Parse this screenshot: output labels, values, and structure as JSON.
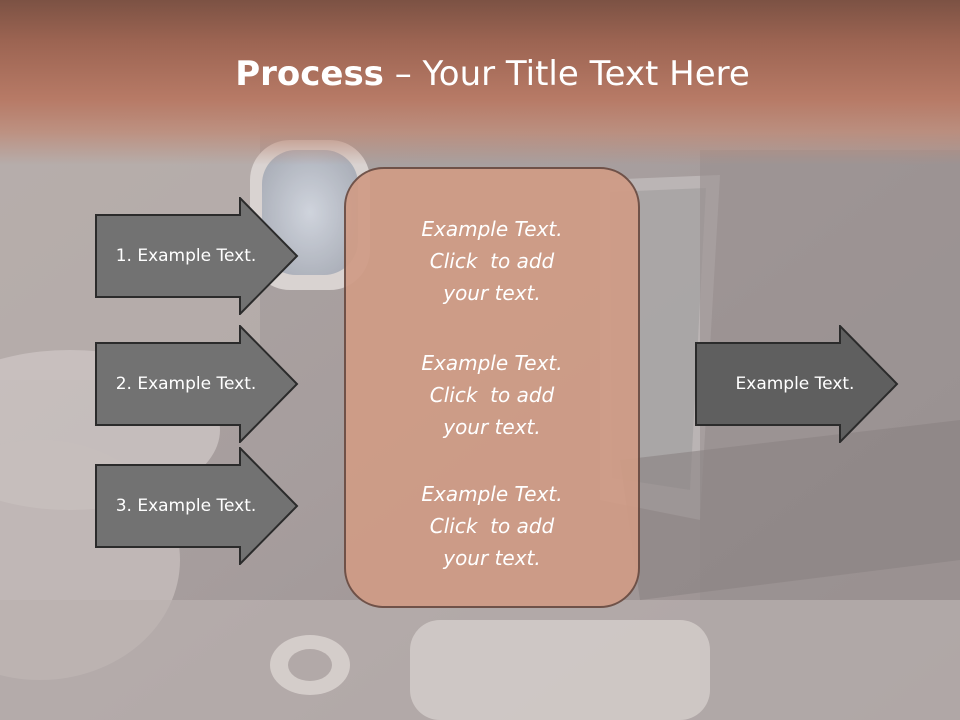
{
  "title": {
    "bold": "Process",
    "rest": " – Your Title Text Here"
  },
  "left_arrows": [
    {
      "label": "1. Example Text."
    },
    {
      "label": "2. Example Text."
    },
    {
      "label": "3. Example Text."
    }
  ],
  "center_blocks": [
    {
      "line1": "Example Text.",
      "line2": "Click  to add",
      "line3": "your text."
    },
    {
      "line1": "Example Text.",
      "line2": "Click  to add",
      "line3": "your text."
    },
    {
      "line1": "Example Text.",
      "line2": "Click  to add",
      "line3": "your text."
    }
  ],
  "right_arrow": {
    "label": "Example Text."
  },
  "colors": {
    "title_band": "#b77a66",
    "arrow_fill": "#727272",
    "arrow_stroke": "#2b2b2b",
    "center_fill": "#d09c86",
    "center_stroke": "#6b4c42",
    "text": "#ffffff"
  }
}
